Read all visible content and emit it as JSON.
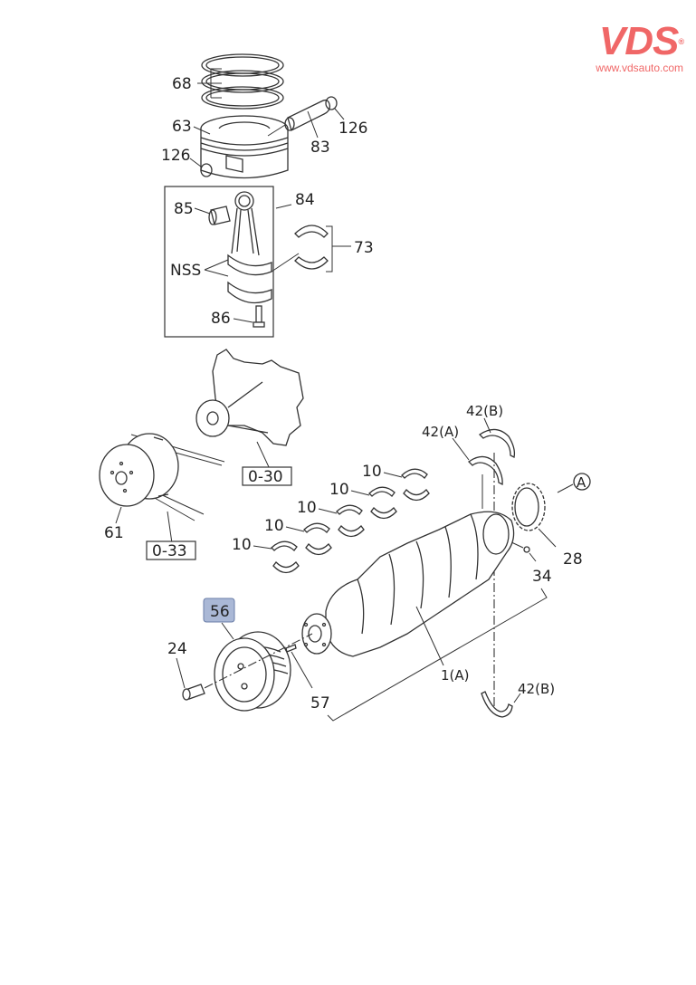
{
  "logo": {
    "brand": "VDS",
    "registered": "®",
    "url": "www.vdsauto.com",
    "color": "#f06767"
  },
  "diagram": {
    "title": "Crankshaft, Piston and Connecting Rod",
    "highlight_color": "#aab8d6",
    "callouts": {
      "piston_rings": "68",
      "piston": "63",
      "snap_ring_left": "126",
      "snap_ring_right": "126",
      "piston_pin": "83",
      "con_rod_assy": "84",
      "bushing": "85",
      "con_rod_bearing": "73",
      "nss": "NSS",
      "con_rod_bolt": "86",
      "water_pump_ref": "0-30",
      "fan_pulley": "61",
      "fan_belt_ref": "0-33",
      "thrust_washer_a": "42(A)",
      "thrust_washer_b_top": "42(B)",
      "thrust_washer_b_bottom": "42(B)",
      "main_bearing_1": "10",
      "main_bearing_2": "10",
      "main_bearing_3": "10",
      "main_bearing_4": "10",
      "main_bearing_5": "10",
      "timing_gear": "28",
      "ref_a": "A",
      "key": "34",
      "crankshaft": "1(A)",
      "crank_pulley": "56",
      "pulley_bolt": "24",
      "dowel_pin": "57"
    }
  }
}
